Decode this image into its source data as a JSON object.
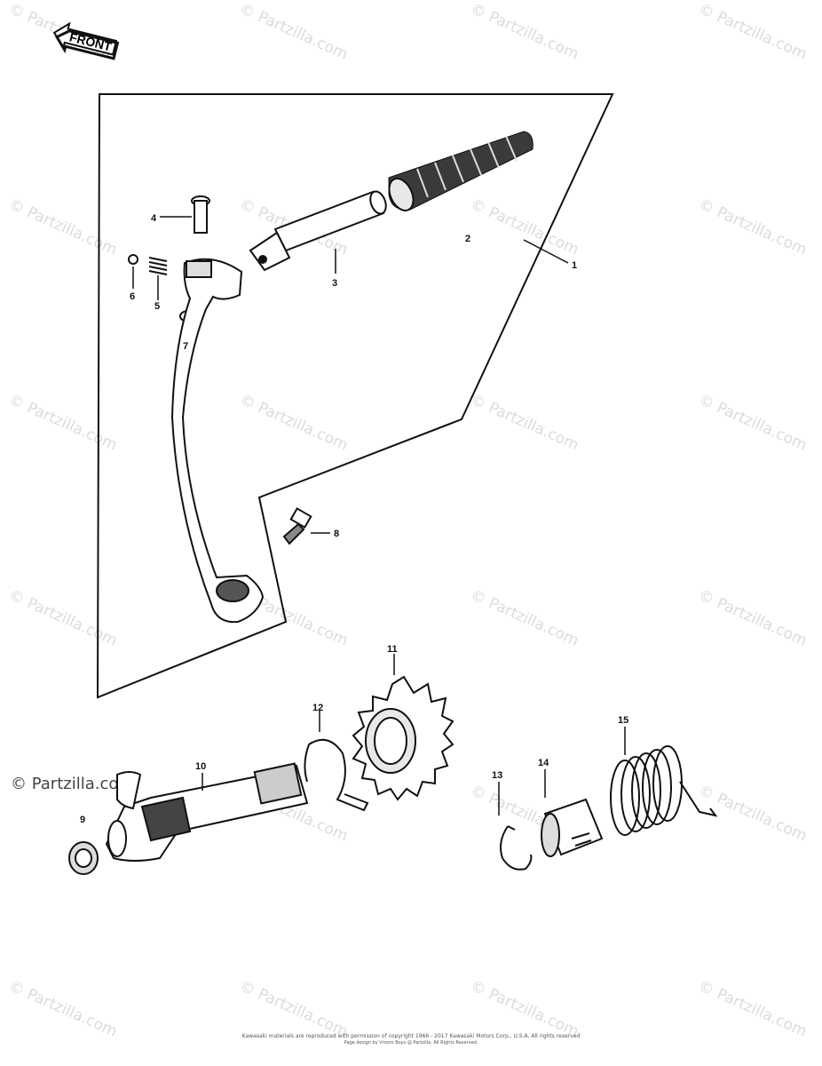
{
  "front_label": "FRONT",
  "callouts": [
    "1",
    "2",
    "3",
    "4",
    "5",
    "6",
    "7",
    "8",
    "9",
    "10",
    "11",
    "12",
    "13",
    "14",
    "15"
  ],
  "watermark_text": "© Partzilla.com",
  "watermark_badge": "© Partzilla.com",
  "copyright_line": "Kawasaki materials are reproduced with permission of copyright 1966 - 2017 Kawasaki Motors Corp., U.S.A. All rights reserved",
  "copyright_line2": "Page design by Vroom Boys @ Partzilla. All Rights Reserved."
}
